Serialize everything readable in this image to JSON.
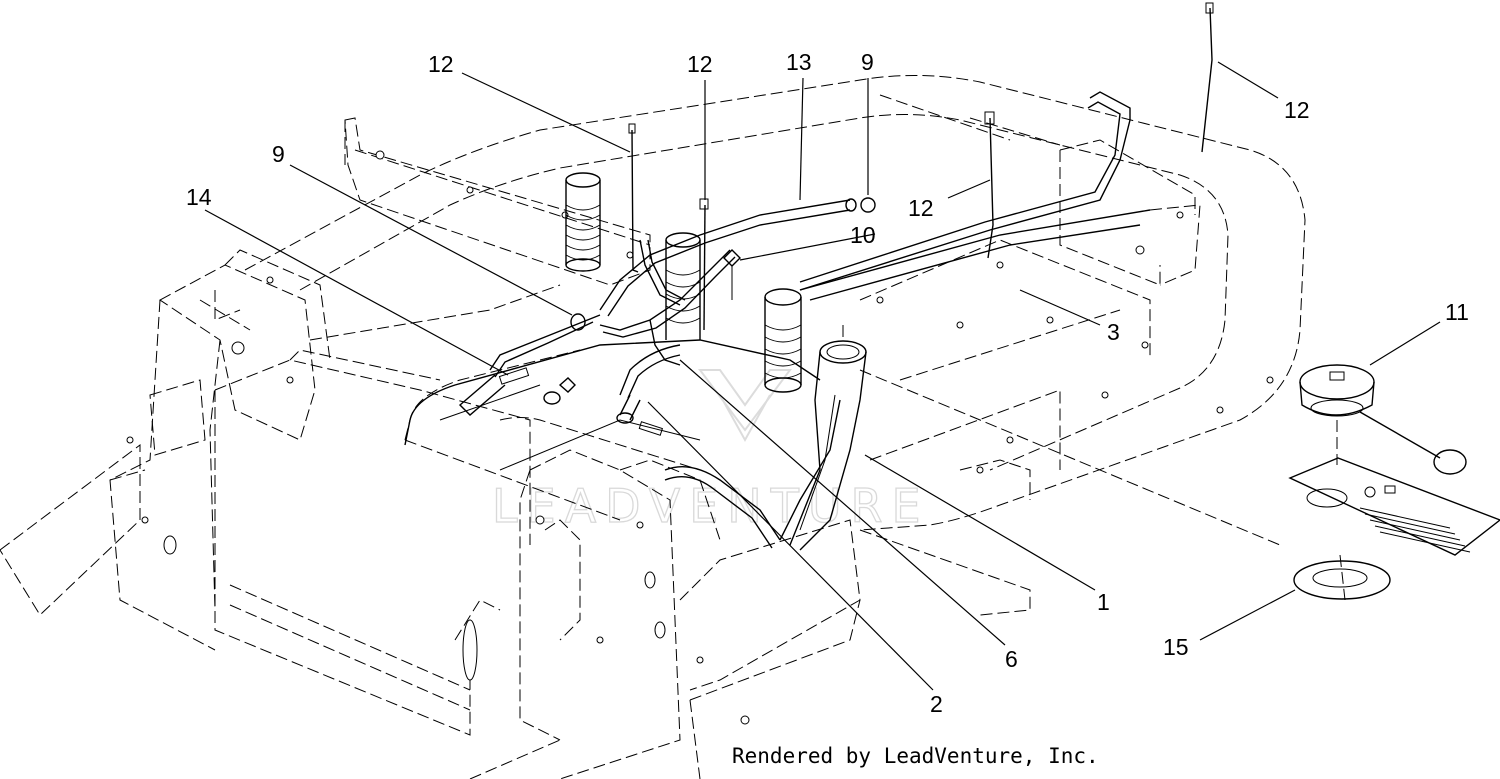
{
  "credit": "Rendered by LeadVenture, Inc.",
  "watermark": "LEADVENTURE",
  "callouts": {
    "c1": "1",
    "c2": "2",
    "c3": "3",
    "c6": "6",
    "c9a": "9",
    "c9b": "9",
    "c10": "10",
    "c11": "11",
    "c12a": "12",
    "c12b": "12",
    "c12c": "12",
    "c12d": "12",
    "c13": "13",
    "c14": "14",
    "c15": "15"
  },
  "colors": {
    "line": "#000000",
    "background": "#ffffff",
    "watermark": "#d9d9d9"
  }
}
